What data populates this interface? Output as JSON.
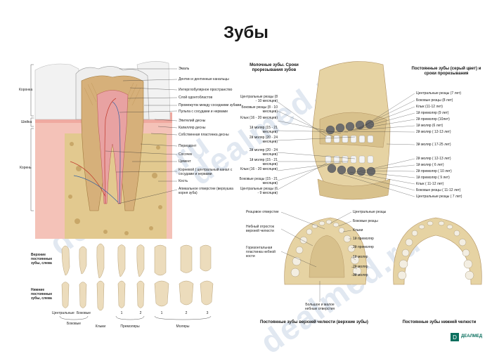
{
  "title": "Зубы",
  "colors": {
    "enamel": "#eeeeee",
    "dentin": "#d6b07a",
    "pulp": "#e8a2a2",
    "bone": "#e2c98f",
    "gum": "#f4c2b8",
    "molar_tooth": "#c9a15f",
    "skull": "#e6d3a3",
    "accent": "#0a6f5e"
  },
  "watermark": "dealmed.ru",
  "section_tooth": {
    "side_labels": [
      "Коронка",
      "Шейка",
      "Корень"
    ],
    "labels": [
      "Эмаль",
      "Дентин и дентинные канальцы",
      "Интерглобулярное пространство",
      "Слой одонтобластов",
      "Промежуток между соседними зубами",
      "Пульпа с сосудами и нервами",
      "Эпителий десны",
      "Капилляр десны",
      "Собственная пластинка десны",
      "Периодонт",
      "Сосочек",
      "Цемент",
      "Корневой ( центральный канал с сосудами и нервами",
      "Кость",
      "Апикальное отверстие (верхушка корня зуба)"
    ]
  },
  "section_set": {
    "row_upper": "Верхние постоянные зубы, слева",
    "row_lower": "Нижние постоянные зубы, слева",
    "groups": [
      "Центральные",
      "Боковые",
      "Боковые",
      "Клыки",
      "Премоляры",
      "Моляры"
    ],
    "numbers": [
      "1",
      "2",
      "1",
      "2",
      "3"
    ]
  },
  "section_milk": {
    "heading": "Молочные зубы. Сроки прорезывания зубов",
    "labels": [
      "Центральные резцы (8 - 10 месяцев)",
      "Боковые резцы (8 - 10 месяцев)",
      "Клык (16 - 20 месяцев)",
      "1й моляр (15 - 21 месяцев)",
      "2й моляр (20 - 24 месяцев)",
      "2й моляр (20 - 24 месяцев)",
      "1й моляр (15 - 21 месяцев)",
      "Клык (16 - 20 месяцев)",
      "Боковые резцы (15 - 21 месяцев)",
      "Центральные резцы (6 - 9 месяцев)"
    ]
  },
  "section_perm": {
    "heading": "Постоянные зубы (серый цвет) и сроки прорезывания",
    "labels": [
      "Центральные резцы (7 лет)",
      "Боковые резцы (8 лет)",
      "Клык (11-12 лет)",
      "1й премоляр (9 лет)",
      "2й премоляр (10лет)",
      "1й моляр (6 лет)",
      "2й моляр ( 12-13 лет)",
      "3й моляр ( 17-25 лет)",
      "2й моляр ( 12-13 лет)",
      "1й моляр ( 6 лет)",
      "2й премоляр ( 10 лет)",
      "1й премоляр ( 9 лет)",
      "Клык ( 11-12 лет)",
      "Боковые резцы ( 11-12 лет)",
      "Центральные резцы ( 7 лет)"
    ]
  },
  "section_upper_jaw": {
    "caption": "Постоянные зубы верхней челюсти (верхние зубы)",
    "left_labels": [
      "Резцовое отверстие",
      "Небный отросток верхней челюсти",
      "Горизонтальная пластинка небной кости"
    ],
    "bottom_label": "Большое и малое небные отверстия",
    "right_labels": [
      "Центральные резцы",
      "Боковые резцы",
      "Клыки",
      "1й премоляр",
      "2й премоляр",
      "1й моляр",
      "2й моляр",
      "3й моляр"
    ]
  },
  "section_lower_jaw": {
    "caption": "Постоянные зубы нижней челюсти"
  },
  "logo": {
    "name": "ДЕАЛМЕД"
  }
}
